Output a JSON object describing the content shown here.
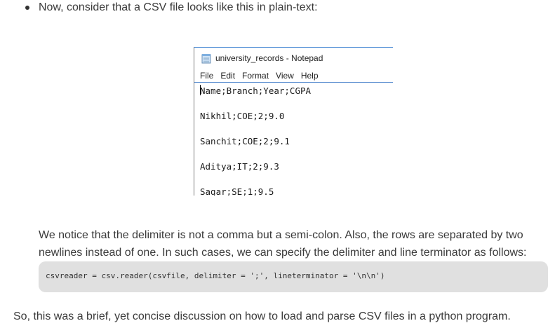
{
  "bullet": {
    "text": "Now, consider that a CSV file looks like this in plain-text:"
  },
  "notepad": {
    "title": "university_records - Notepad",
    "icon": "notepad-icon",
    "menu": [
      "File",
      "Edit",
      "Format",
      "View",
      "Help"
    ],
    "lines": [
      "Name;Branch;Year;CGPA",
      "",
      "Nikhil;COE;2;9.0",
      "",
      "Sanchit;COE;2;9.1",
      "",
      "Aditya;IT;2;9.3",
      "",
      "Sagar;SE;1;9.5"
    ]
  },
  "paragraph": {
    "text": "We notice that the delimiter is not a comma but a semi-colon. Also, the rows are separated by two newlines instead of one. In such cases, we can specify the delimiter and line terminator as follows:"
  },
  "code": {
    "text": "csvreader = csv.reader(csvfile, delimiter = ';', lineterminator = '\\n\\n')"
  },
  "conclusion": {
    "text": "So, this was a brief, yet concise discussion on how to load and parse CSV files in a python program."
  }
}
